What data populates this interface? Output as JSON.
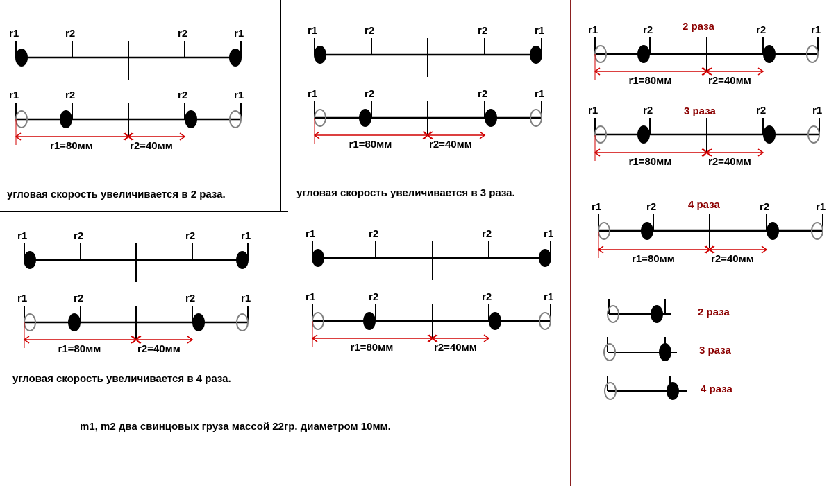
{
  "colors": {
    "line": "#000000",
    "dimension": "#d00000",
    "hollow": "#808080",
    "accent": "#8b0000",
    "divider": "#8b2020"
  },
  "labels": {
    "r1": "r1",
    "r2": "r2",
    "r1_dim": "r1=80мм",
    "r2_dim": "r2=40мм"
  },
  "panels": [
    {
      "caption": "угловая скорость увеличивается в 2 раза."
    },
    {
      "caption": "угловая скорость  увеличивается в 3 раза."
    },
    {
      "caption": "угловая скорость  увеличивается в 4 раза."
    },
    {
      "caption": ""
    }
  ],
  "right_panels": [
    {
      "title": "2 раза"
    },
    {
      "title": "3 раза"
    },
    {
      "title": "4 раза"
    }
  ],
  "small_items": [
    {
      "label": "2 раза"
    },
    {
      "label": "3 раза"
    },
    {
      "label": "4 раза"
    }
  ],
  "footer": "m1, m2 два свинцовых груза массой 22гр. диаметром 10мм."
}
